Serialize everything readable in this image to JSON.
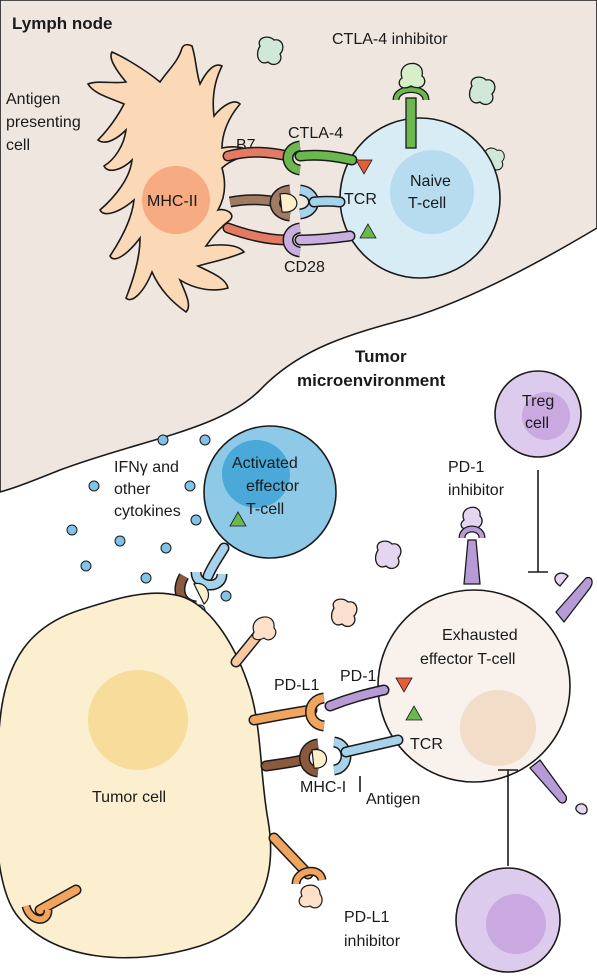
{
  "regions": {
    "lymph_node": "Lymph node",
    "tumor_microenvironment": [
      "Tumor",
      "microenvironment"
    ]
  },
  "apc": {
    "label": [
      "Antigen",
      "presenting",
      "cell"
    ],
    "nucleus": "MHC-II"
  },
  "naive_tcell": {
    "label": [
      "Naive",
      "T-cell"
    ]
  },
  "receptors": {
    "b7": "B7",
    "ctla4": "CTLA-4",
    "tcr": "TCR",
    "cd28": "CD28",
    "ctla4_inhibitor": "CTLA-4 inhibitor",
    "pd1": "PD-1",
    "pdl1": "PD-L1",
    "tcr2": "TCR",
    "mhc1": "MHC-I",
    "antigen": "Antigen",
    "pd1_inhibitor": [
      "PD-1",
      "inhibitor"
    ],
    "pdl1_inhibitor": [
      "PD-L1",
      "inhibitor"
    ]
  },
  "cytokines": {
    "label": [
      "IFNγ and",
      "other",
      "cytokines"
    ]
  },
  "activated_tcell": {
    "label": [
      "Activated",
      "effector",
      "T-cell"
    ]
  },
  "treg": {
    "label": [
      "Treg",
      "cell"
    ]
  },
  "exhausted_tcell": {
    "label": [
      "Exhausted",
      "effector T-cell"
    ]
  },
  "tumor_cell": {
    "label": "Tumor cell"
  },
  "colors": {
    "lymph_bg": "#efe6e0",
    "apc": "#fbd9b6",
    "apc_nucleus": "#f6ab82",
    "naive_cell": "#d8ecf6",
    "naive_nucleus": "#b7dcef",
    "activated_cell": "#8ec9e8",
    "activated_nucleus": "#4aa9d8",
    "treg": "#dccbec",
    "treg_nucleus": "#c9a9df",
    "exhausted_cell": "#f8f1ec",
    "exhausted_nucleus": "#f1ddc8",
    "tumor_cell": "#fbefcf",
    "tumor_nucleus": "#f8dc9c",
    "ctla4_green": "#6bb84f",
    "b7_red": "#e47a64",
    "cd28_purple": "#c9aee0",
    "tcr_blue": "#a6d2eb",
    "mhc_brown": "#8b5a3e",
    "pd1_purple": "#b79bd6",
    "pdl1_orange": "#f1a45e",
    "cytokine_dot": "#7fc3e6"
  }
}
